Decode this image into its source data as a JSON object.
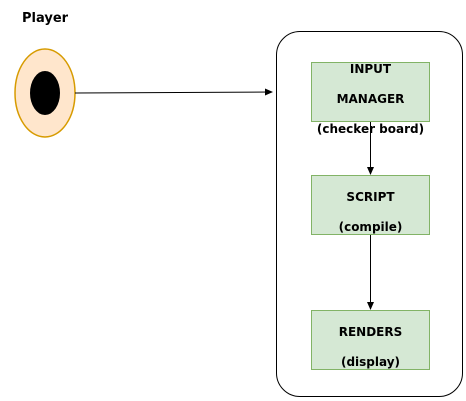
{
  "actor": {
    "label": "Player"
  },
  "nodes": [
    {
      "id": "input-manager",
      "lines": [
        "INPUT",
        "MANAGER",
        "(checker board)"
      ]
    },
    {
      "id": "script",
      "lines": [
        "SCRIPT",
        "(compile)"
      ]
    },
    {
      "id": "renders",
      "lines": [
        "RENDERS",
        "(display)"
      ]
    }
  ],
  "colors": {
    "node_fill": "#d5e8d4",
    "node_stroke": "#82b366",
    "actor_fill": "#ffe6cc",
    "actor_stroke": "#d79b00",
    "pupil": "#000000"
  }
}
